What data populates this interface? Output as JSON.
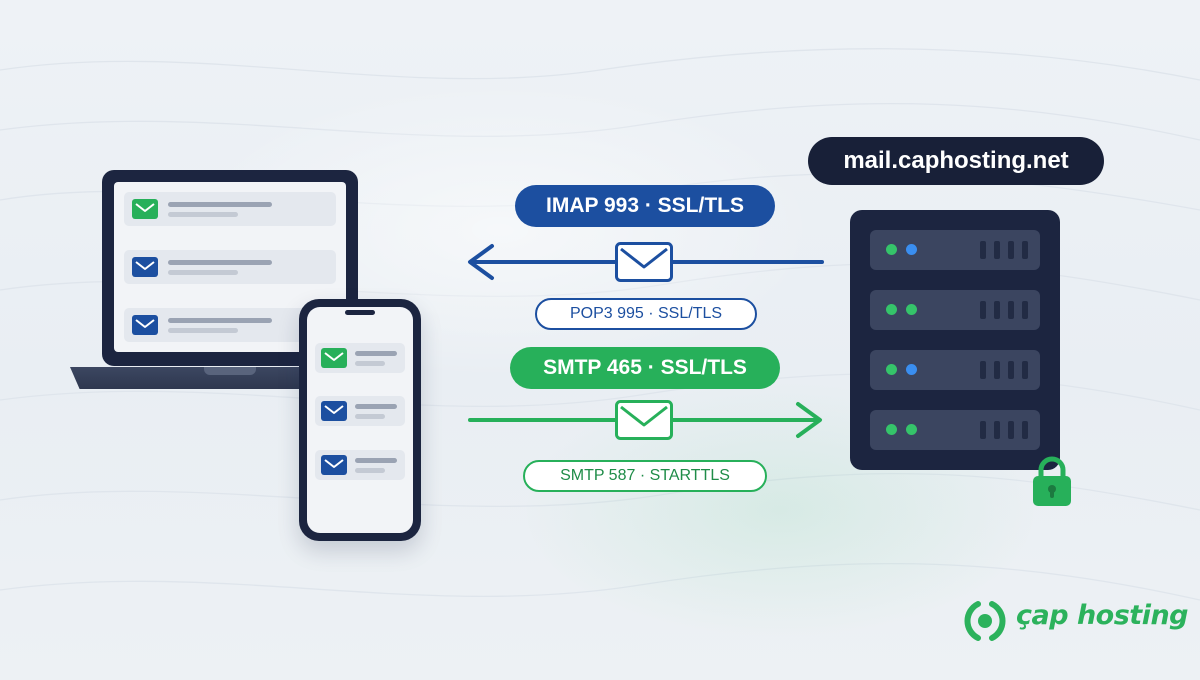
{
  "server": {
    "hostname": "mail.caphosting.net",
    "leds": [
      [
        "green",
        "blue"
      ],
      [
        "green",
        "green"
      ],
      [
        "green",
        "blue"
      ],
      [
        "green",
        "green"
      ]
    ]
  },
  "protocols": {
    "imap": "IMAP 993 · SSL/TLS",
    "pop3": "POP3 995 · SSL/TLS",
    "smtp_ssl": "SMTP 465 · SSL/TLS",
    "smtp_starttls": "SMTP 587 · STARTTLS"
  },
  "mail_items": {
    "laptop": [
      "green",
      "blue",
      "blue"
    ],
    "phone": [
      "green",
      "blue",
      "blue"
    ]
  },
  "brand": {
    "name": "çap hosting"
  },
  "colors": {
    "incoming": "#1c4fa0",
    "outgoing": "#27b05a",
    "dark": "#1c2540",
    "led_green": "#35c46a",
    "led_blue": "#3a8ef0"
  },
  "icons": [
    "envelope-icon",
    "lock-icon",
    "server-icon",
    "laptop-icon",
    "phone-icon",
    "brand-logo-icon"
  ]
}
